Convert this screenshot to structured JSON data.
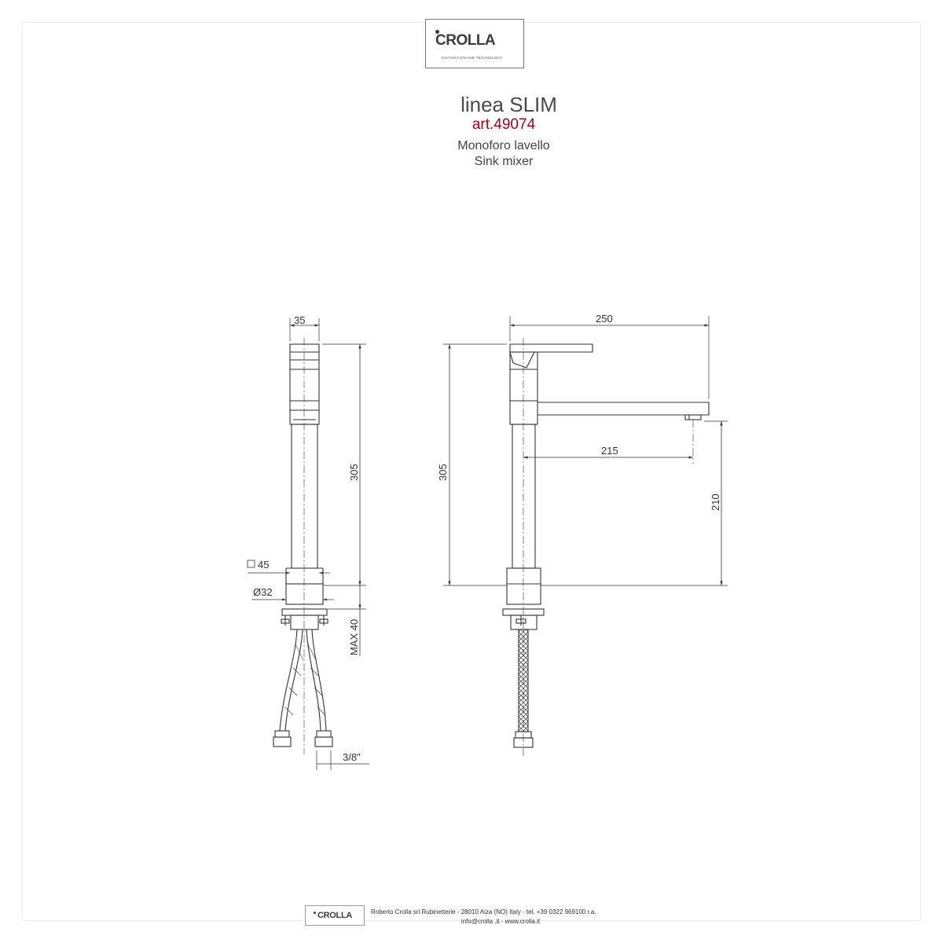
{
  "brand": {
    "logo_word": "CROLLA",
    "logo_tagline": "DISTINCTION AND TECHNOLOGY"
  },
  "header": {
    "line_name": "linea SLIM",
    "article": "art.49074",
    "description_it": "Monoforo lavello",
    "description_en": "Sink mixer"
  },
  "front_view": {
    "dim_width": "35",
    "dim_height": "305",
    "dim_base": "45",
    "dim_diameter": "Ø32",
    "dim_max": "MAX 40",
    "dim_thread": "3/8\""
  },
  "side_view": {
    "dim_total_reach": "250",
    "dim_spout_reach": "215",
    "dim_height": "305",
    "dim_spout_height": "210"
  },
  "footer": {
    "logo_word": "CROLLA",
    "address": "Roberto Crolla srl Rubinetterie  -  28010 Aiza (NO) Italy  -  tel. +39 0322 969100 r.a.",
    "contacts": "info@crolla .it  -  www.crolla.it"
  }
}
